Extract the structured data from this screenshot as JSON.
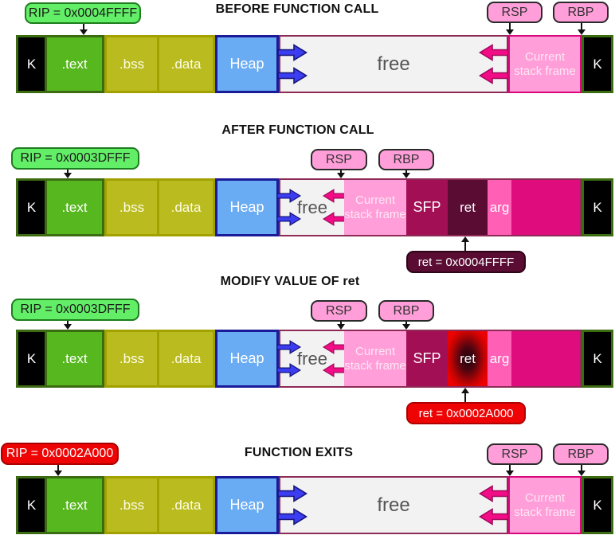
{
  "registers": {
    "rsp": "RSP",
    "rbp": "RBP"
  },
  "segments": {
    "kernel": "K",
    "text": ".text",
    "bss": ".bss",
    "data": ".data",
    "heap": "Heap",
    "free": "free",
    "stack_frame": "Current stack frame",
    "sfp": "SFP",
    "ret": "ret",
    "arg": "arg"
  },
  "sections": [
    {
      "title": "BEFORE FUNCTION CALL",
      "rip": "RIP = 0x0004FFFF"
    },
    {
      "title": "AFTER FUNCTION CALL",
      "rip": "RIP = 0x0003DFFF",
      "ret_value": "ret = 0x0004FFFF"
    },
    {
      "title": "MODIFY VALUE OF ret",
      "rip": "RIP = 0x0003DFFF",
      "ret_value": "ret = 0x0002A000"
    },
    {
      "title": "FUNCTION EXITS",
      "rip": "RIP = 0x0002A000"
    }
  ],
  "colors": {
    "rip_normal_bg": "#63ee67",
    "rip_hijacked_bg": "#ee0404",
    "register_tag_bg": "#ff9ed9",
    "ret_value_bg": "#5a0c33",
    "ret_modified_bg": "#ee0404",
    "kernel_bg": "#000000",
    "text_bg": "#57b71e",
    "bss_data_bg": "#babb1e",
    "heap_bg": "#69acf3",
    "free_bg": "#f2f2f2",
    "stack_frame_bg": "#ff9ed9",
    "sfp_bg": "#a30f55",
    "ret_bg": "#5a0c33",
    "arg_bg": "#ff5fb5",
    "prev_frame_bg": "#de0c7c",
    "heap_arrow": "#3c3cf0",
    "stack_arrow": "#f20d87"
  }
}
